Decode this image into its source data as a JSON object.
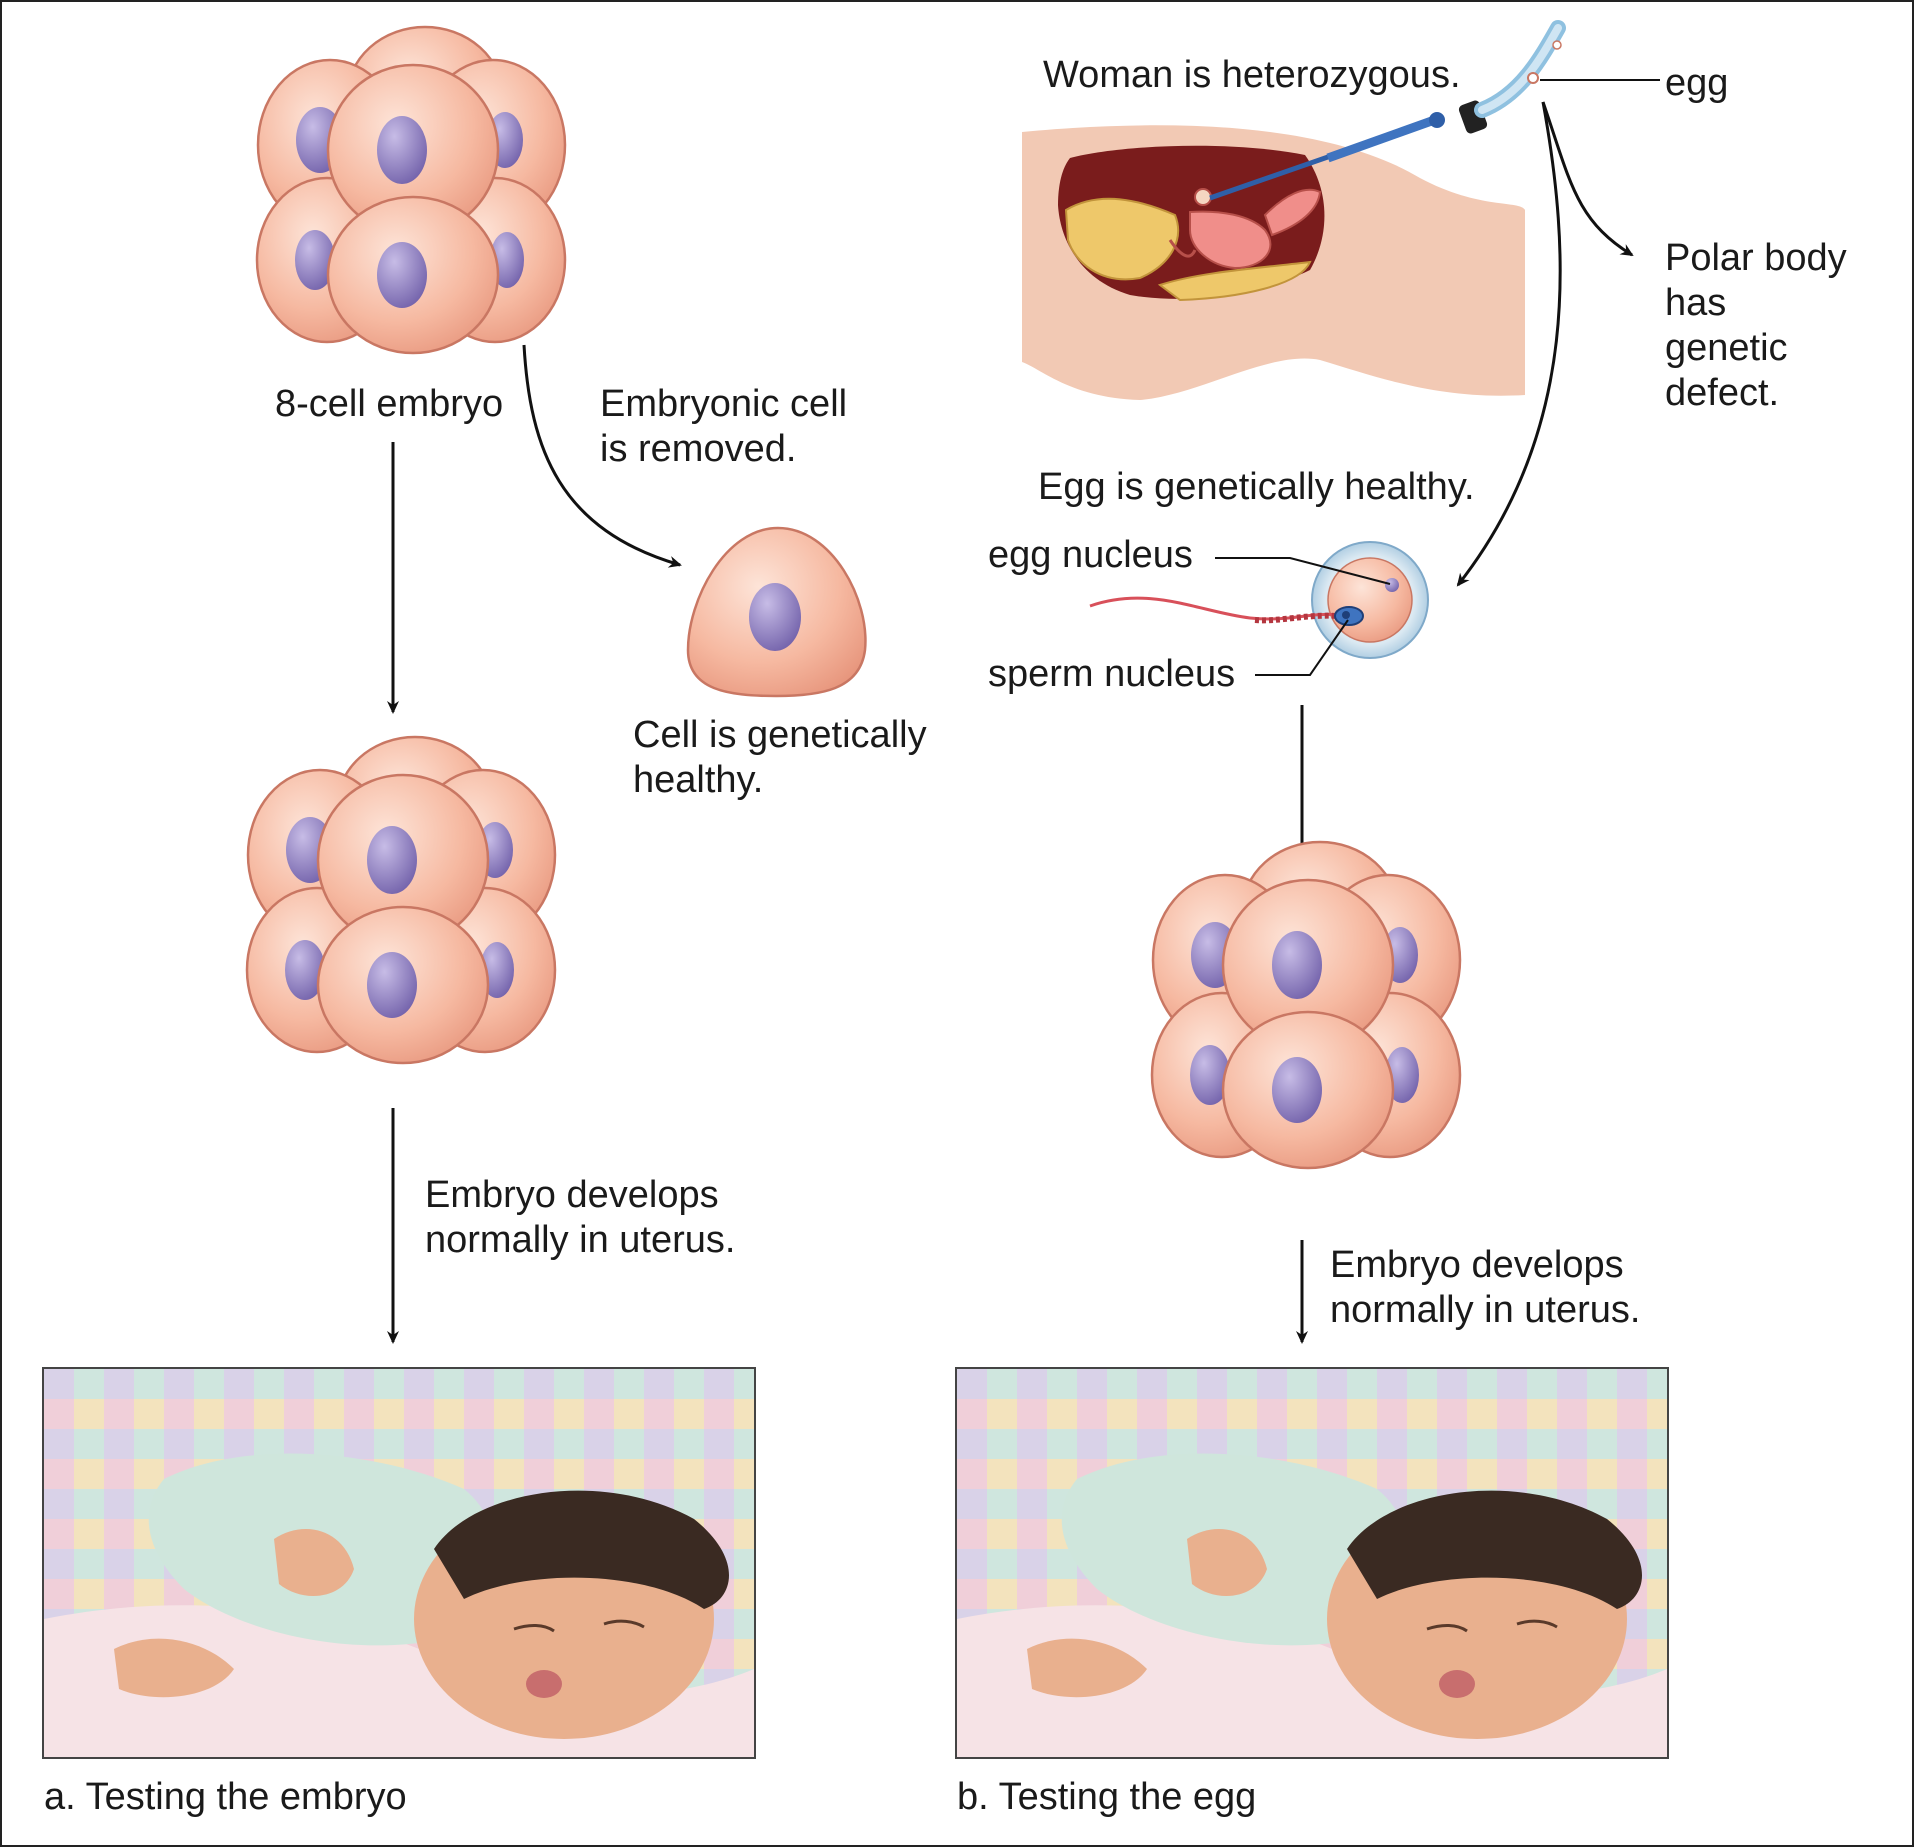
{
  "panel_a": {
    "embryo_label": "8-cell embryo",
    "removed_label": "Embryonic cell\nis removed.",
    "healthy_label": "Cell is genetically\nhealthy.",
    "develops_label": "Embryo develops\nnormally in uterus.",
    "caption": "a. Testing the embryo"
  },
  "panel_b": {
    "woman_label": "Woman is heterozygous.",
    "egg_label": "egg",
    "polar_label": "Polar body\nhas\ngenetic\ndefect.",
    "egg_healthy_label": "Egg is genetically healthy.",
    "egg_nucleus_label": "egg nucleus",
    "sperm_nucleus_label": "sperm nucleus",
    "develops_label": "Embryo develops\nnormally in uterus.",
    "caption": "b. Testing the egg"
  },
  "colors": {
    "cell_fill": "#f6b9a1",
    "cell_outline": "#c97763",
    "nucleus": "#8d7cc0",
    "zona": "#a9cfe6",
    "tissue": "#f2c9b4",
    "arrow": "#111111"
  }
}
